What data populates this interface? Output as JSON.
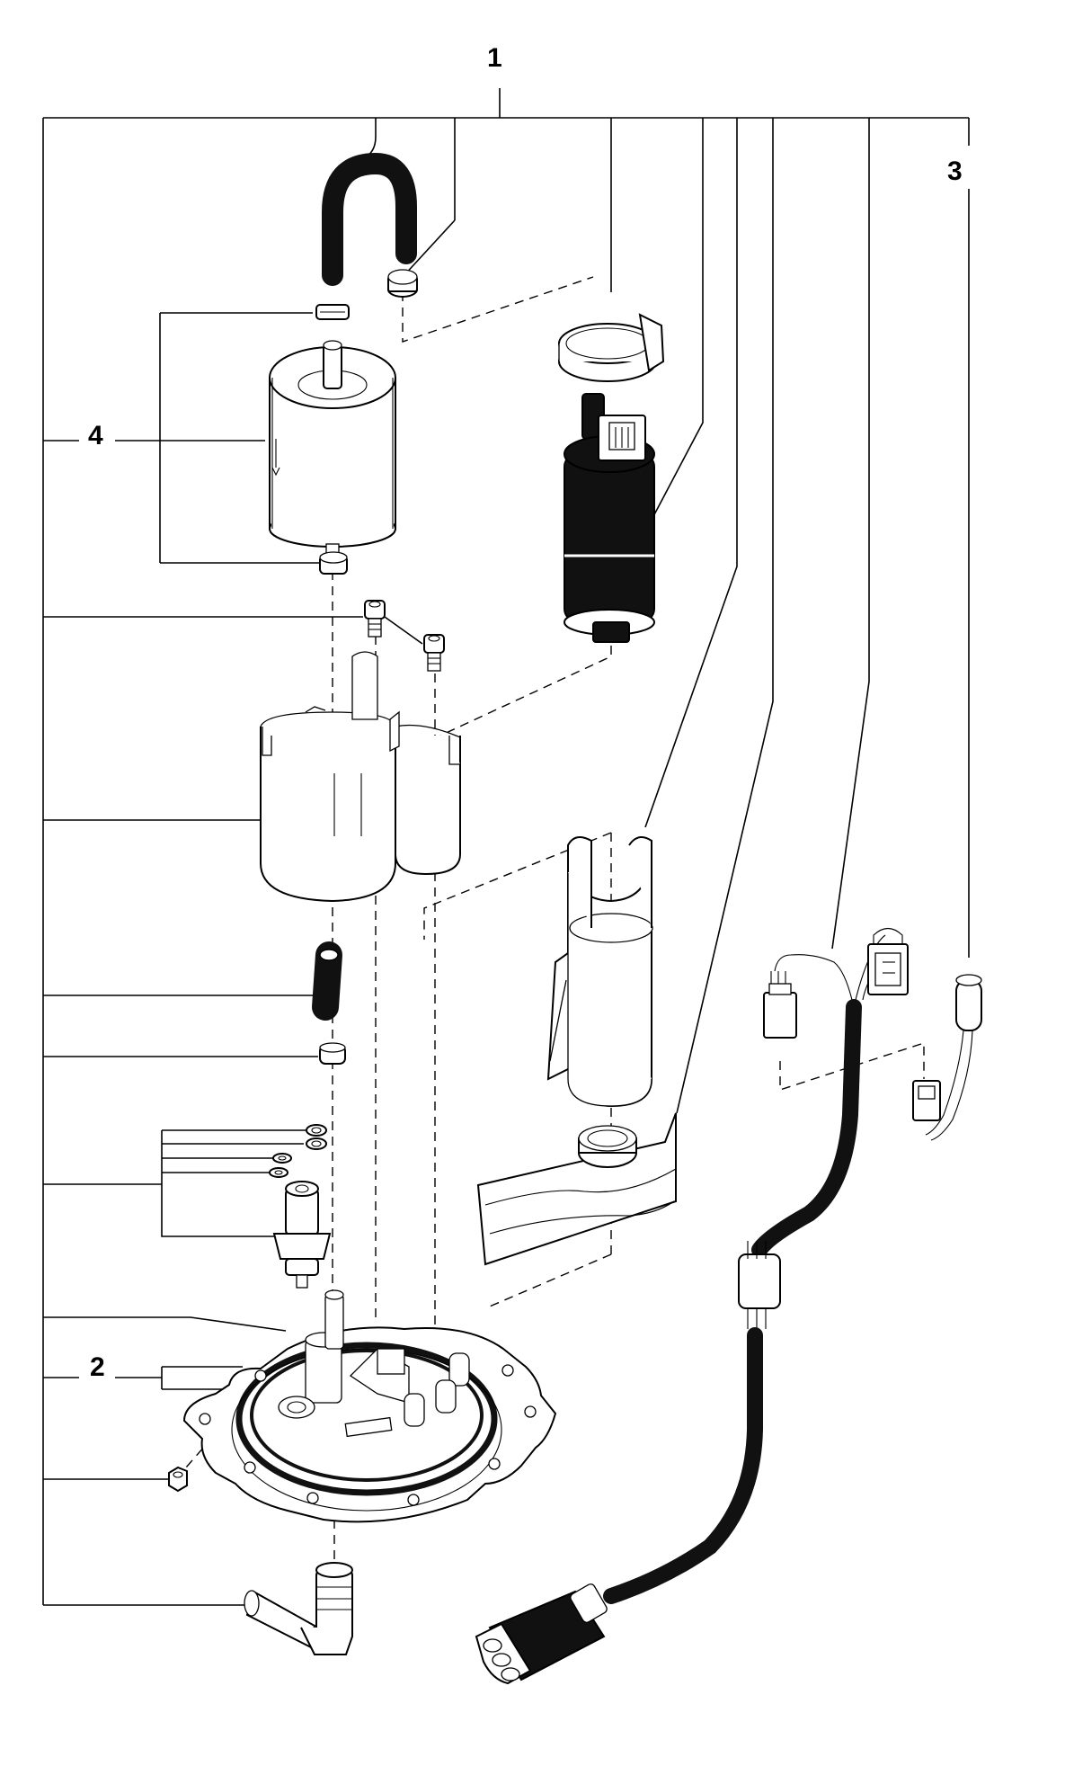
{
  "diagram": {
    "callouts": {
      "c1": "1",
      "c2": "2",
      "c3": "3",
      "c4": "4"
    }
  },
  "colors": {
    "line": "#000000",
    "background": "#ffffff",
    "part_fill": "#ffffff",
    "dark_part": "#111111"
  },
  "icons": [
    "fuel-hose-icon",
    "hose-clamp-icon",
    "fuel-filter-icon",
    "mounting-band-icon",
    "fuel-pump-icon",
    "screw-icon",
    "pump-housing-icon",
    "short-hose-icon",
    "washer-icon",
    "pressure-regulator-icon",
    "strainer-holder-icon",
    "strainer-filter-icon",
    "pump-flange-icon",
    "nut-icon",
    "elbow-fitting-icon",
    "wiring-harness-icon",
    "connector-plug-icon",
    "sensor-icon"
  ]
}
